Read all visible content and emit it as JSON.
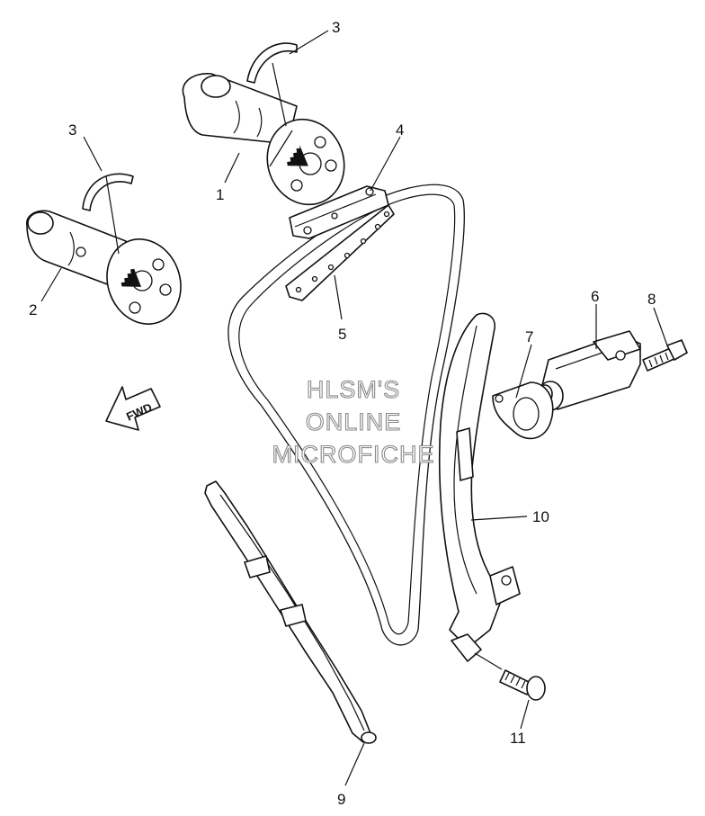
{
  "callouts": [
    {
      "id": "1",
      "label": "1"
    },
    {
      "id": "2",
      "label": "2"
    },
    {
      "id": "3a",
      "label": "3"
    },
    {
      "id": "3b",
      "label": "3"
    },
    {
      "id": "4",
      "label": "4"
    },
    {
      "id": "5",
      "label": "5"
    },
    {
      "id": "6",
      "label": "6"
    },
    {
      "id": "7",
      "label": "7"
    },
    {
      "id": "8",
      "label": "8"
    },
    {
      "id": "9",
      "label": "9"
    },
    {
      "id": "10",
      "label": "10"
    },
    {
      "id": "11",
      "label": "11"
    }
  ],
  "direction_arrow": {
    "label": "FWD"
  },
  "watermark": {
    "lines": [
      "HLSM'S",
      "ONLINE",
      "MICROFICHE"
    ]
  }
}
